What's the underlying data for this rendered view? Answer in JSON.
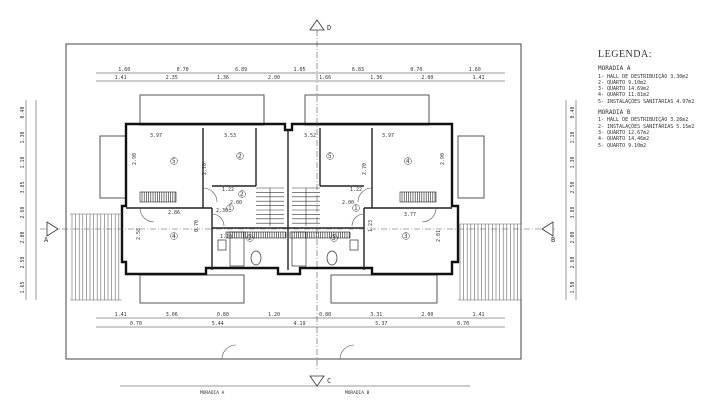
{
  "legend": {
    "title": "LEGENDA:",
    "groups": [
      {
        "name": "MORADIA A",
        "items": [
          "1- HALL DE DESTRIBUIÇÃO 3.30m2",
          "2- QUARTO 9.10m2",
          "3- QUARTO 14.69m2",
          "4- QUARTO 11.81m2",
          "5- INSTALAÇÕES SANITÁRIAS 4.97m2"
        ]
      },
      {
        "name": "MORADIA B",
        "items": [
          "1- HALL DE DESTRIBUIÇÃO 3.26m2",
          "2- INSTALAÇÕES SANITÁRIAS 5.15m2",
          "3- QUARTO 12.67m2",
          "4- QUARTO 14.46m2",
          "5- QUARTO 9.10m2"
        ]
      }
    ]
  },
  "sections": {
    "top": "D",
    "bottom": "C",
    "left": "A",
    "right": "B"
  },
  "bottom_labels": {
    "a": "MORADIA A",
    "b": "MORADIA B"
  },
  "dims": {
    "top_row1": [
      "1.60",
      "0.70",
      "6.89",
      "1.05",
      "6.83",
      "0.70",
      "1.60"
    ],
    "top_row2": [
      "1.41",
      "2.35",
      "1.36",
      "2.00",
      "1.66",
      "1.36",
      "2.00",
      "1.41"
    ],
    "bottom_row1": [
      "1.41",
      "3.06",
      "0.80",
      "1.20",
      "0.80",
      "3.31",
      "2.00",
      "1.41"
    ],
    "bottom_row2": [
      "0.70",
      "5.44",
      "4.19",
      "5.37",
      "0.70"
    ],
    "room_widths": [
      "3.97",
      "3.53",
      "3.52",
      "3.97"
    ],
    "room_heights": [
      "2.90",
      "2.70",
      "2.70",
      "2.90"
    ],
    "inner": [
      "1.22",
      "2.00",
      "2.30",
      "2.86",
      "1.10",
      "1.22",
      "2.00",
      "3.77",
      "2.58",
      "2.01",
      "0.70",
      "1.23"
    ],
    "left_side": [
      "0.40",
      "1.30",
      "1.10",
      "3.85",
      "2.60",
      "2.00",
      "2.50",
      "1.65"
    ],
    "right_side": [
      "0.40",
      "1.10",
      "1.30",
      "2.50",
      "3.88",
      "2.00",
      "2.60",
      "1.50"
    ]
  },
  "room_numbers": [
    "5",
    "2",
    "5",
    "4",
    "1",
    "1",
    "4",
    "3",
    "2",
    "3",
    "2"
  ]
}
